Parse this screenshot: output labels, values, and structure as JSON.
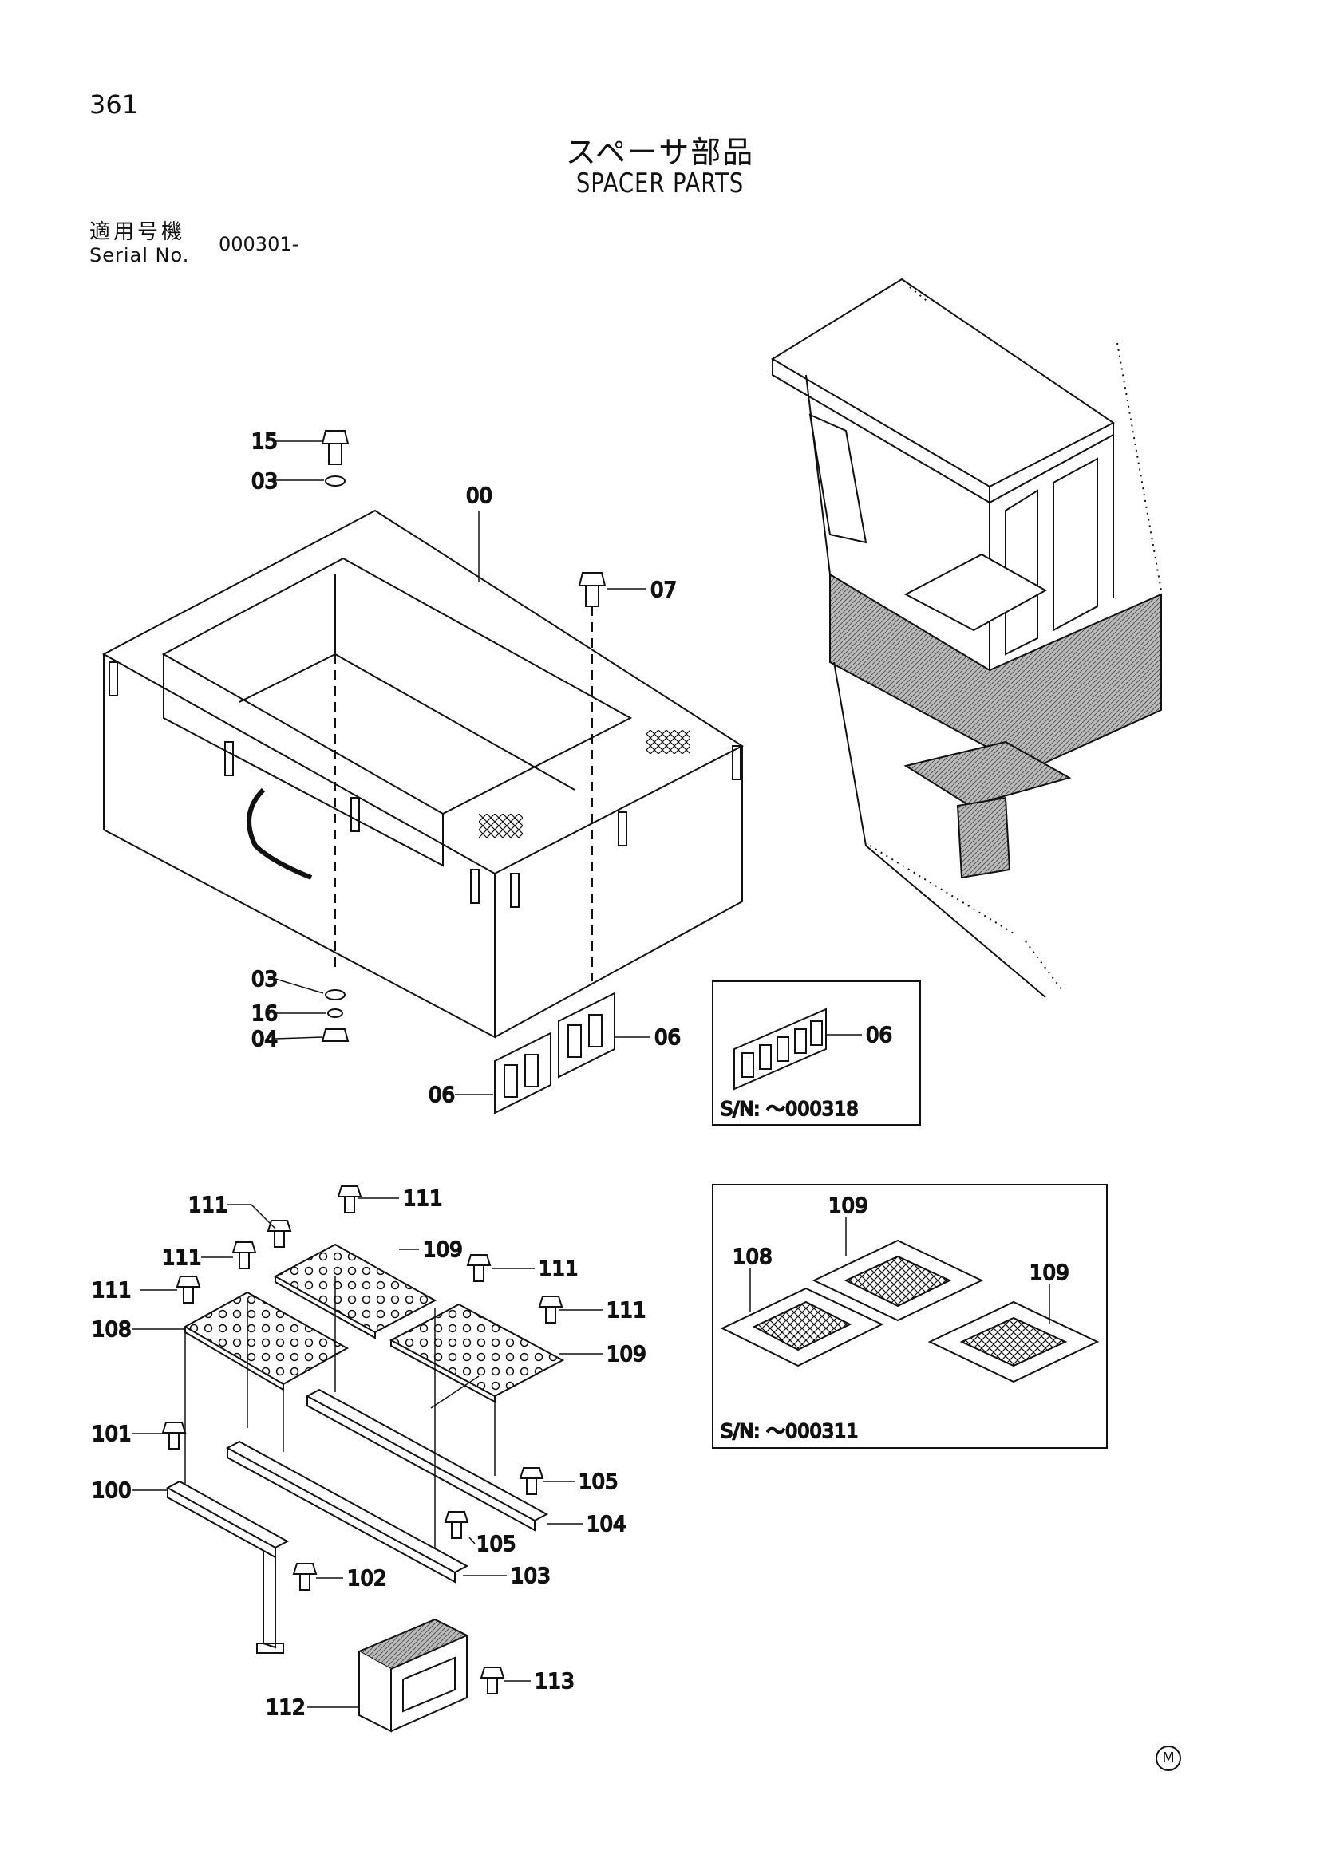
{
  "header": {
    "page_number": "361",
    "title_jp": "スペーサ部品",
    "title_en": "SPACER PARTS",
    "serial_label_jp": "適用号機",
    "serial_label_en": "Serial No.",
    "serial_value": "000301-"
  },
  "callouts": {
    "c15": "15",
    "c03_top": "03",
    "c00": "00",
    "c07": "07",
    "c03_bot": "03",
    "c16": "16",
    "c04": "04",
    "c06_right": "06",
    "c06_left": "06",
    "c111_a": "111",
    "c111_b": "111",
    "c111_c": "111",
    "c111_d": "111",
    "c111_e": "111",
    "c111_f": "111",
    "c109_a": "109",
    "c109_b": "109",
    "c108": "108",
    "c101": "101",
    "c100": "100",
    "c105_a": "105",
    "c105_b": "105",
    "c104": "104",
    "c103": "103",
    "c102": "102",
    "c112": "112",
    "c113": "113"
  },
  "inset1": {
    "callout": "06",
    "note": "S/N: ～000318"
  },
  "inset2": {
    "callout_108": "108",
    "callout_109_a": "109",
    "callout_109_b": "109",
    "note": "S/N: ～000311"
  },
  "footer": {
    "mark": "M"
  }
}
